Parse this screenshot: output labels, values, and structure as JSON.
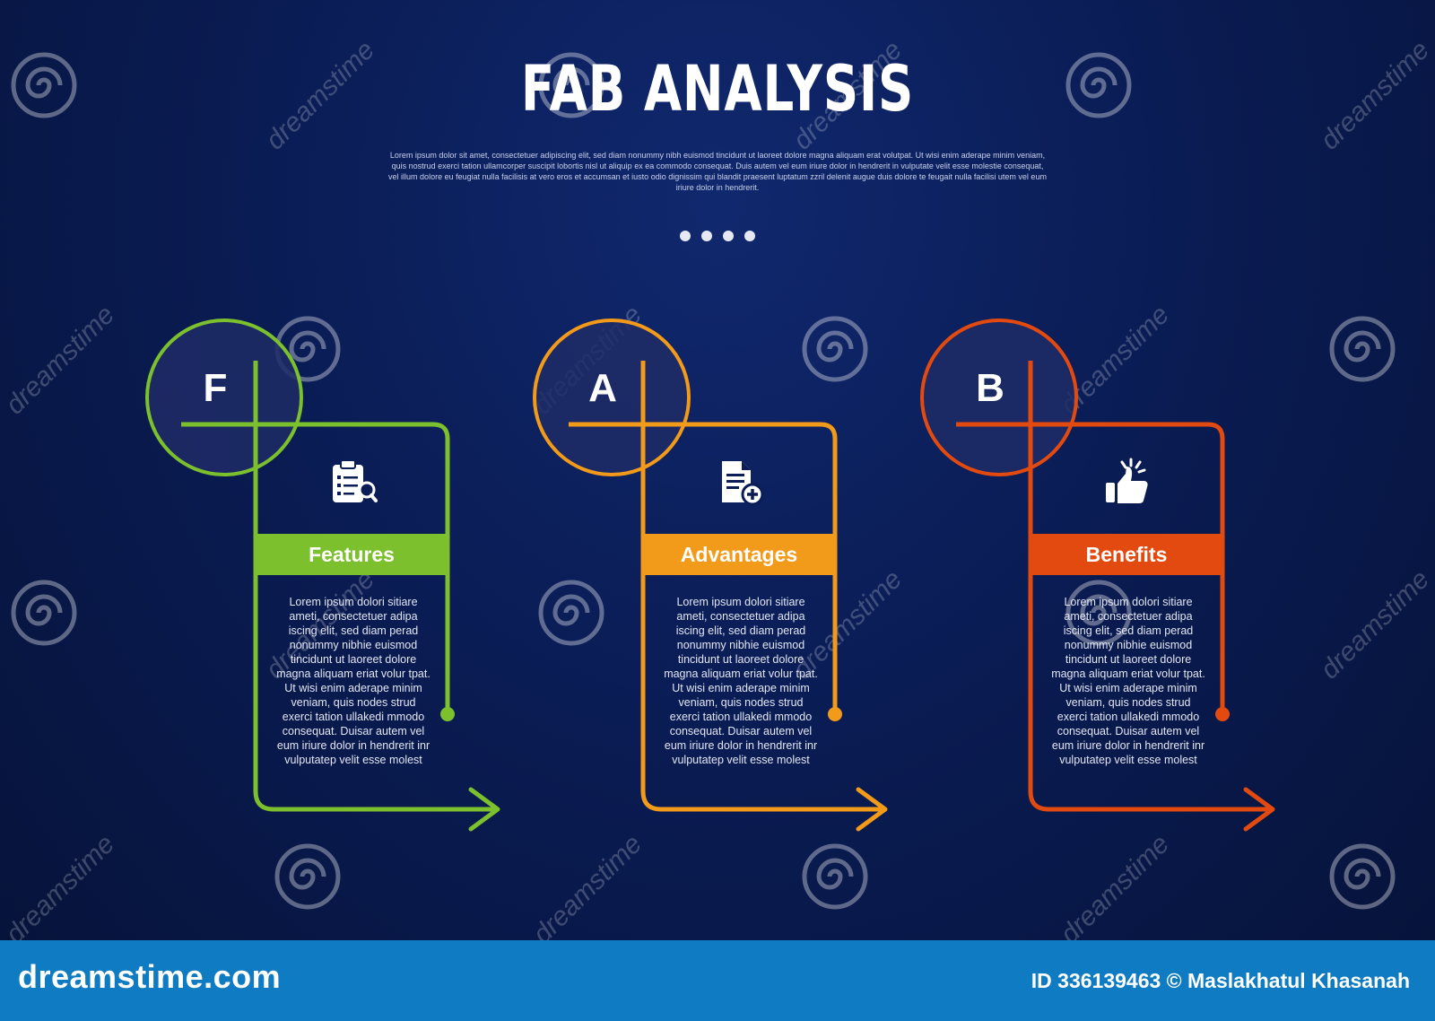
{
  "header": {
    "title": "FAB ANALYSIS",
    "subtitle": "Lorem ipsum dolor sit amet, consectetuer adipiscing elit, sed diam nonummy nibh euismod tincidunt ut laoreet dolore magna aliquam erat volutpat. Ut wisi enim aderape minim veniam, quis nostrud exerci tation ullamcorper suscipit lobortis nisl ut aliquip ex ea commodo consequat. Duis autem vel eum iriure dolor in hendrerit in vulputate velit esse molestie consequat, vel illum dolore eu feugiat nulla facilisis at vero eros et accumsan et iusto odio dignissim qui blandit praesent luptatum zzril delenit augue duis dolore te feugait nulla facilisi utem vel eum iriure dolor in hendrerit."
  },
  "items": [
    {
      "letter": "F",
      "label": "Features",
      "color": "#7cc02d",
      "icon": "clipboard-search-icon",
      "text": "Lorem ipsum dolori sitiare ameti, consectetuer adipa iscing elit, sed diam perad nonummy nibhie euismod tincidunt ut laoreet dolore magna aliquam eriat volur tpat. Ut wisi enim aderape minim veniam, quis nodes strud exerci tation ullakedi mmodo consequat. Duisar autem vel eum iriure dolor in hendrerit inr vulputatep velit esse molest"
    },
    {
      "letter": "A",
      "label": "Advantages",
      "color": "#f29a1a",
      "icon": "document-add-icon",
      "text": "Lorem ipsum dolori sitiare ameti, consectetuer adipa iscing elit, sed diam perad nonummy nibhie euismod tincidunt ut laoreet dolore magna aliquam eriat volur tpat. Ut wisi enim aderape minim veniam, quis nodes strud exerci tation ullakedi mmodo consequat. Duisar autem vel eum iriure dolor in hendrerit inr vulputatep velit esse molest"
    },
    {
      "letter": "B",
      "label": "Benefits",
      "color": "#e34a10",
      "icon": "thumbs-up-icon",
      "text": "Lorem ipsum dolori sitiare ameti, consectetuer adipa iscing elit, sed diam perad nonummy nibhie euismod tincidunt ut laoreet dolore magna aliquam eriat volur tpat. Ut wisi enim aderape minim veniam, quis nodes strud exerci tation ullakedi mmodo consequat. Duisar autem vel eum iriure dolor in hendrerit inr vulputatep velit esse molest"
    }
  ],
  "watermark": {
    "text": "dreamstime",
    "icon": "spiral-logo-icon"
  },
  "footer": {
    "logo": "dreamstime.com",
    "credit": "ID 336139463 © Maslakhatul Khasanah",
    "background": "#0f7bc2"
  }
}
